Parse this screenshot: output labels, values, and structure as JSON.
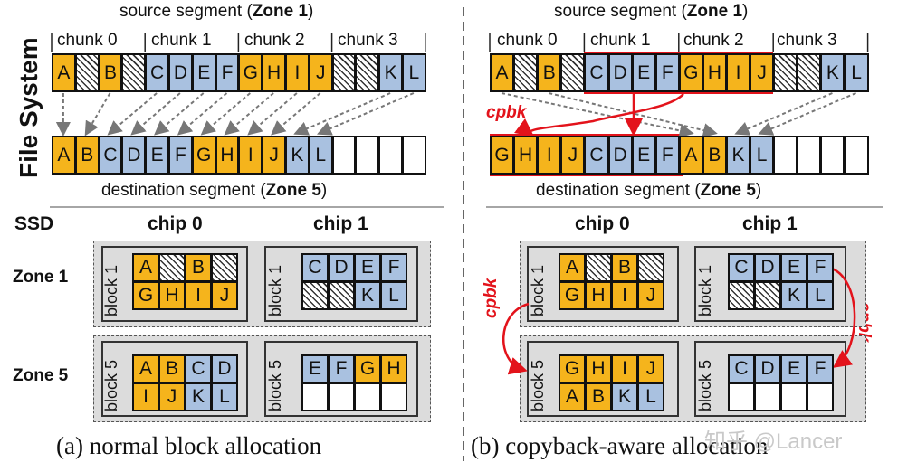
{
  "panels": {
    "a": {
      "source_label": "source segment (",
      "source_zone": "Zone 1",
      "source_close": ")",
      "dest_label": "destination segment (",
      "dest_zone": "Zone 5",
      "dest_close": ")",
      "chunks": [
        "chunk 0",
        "chunk 1",
        "chunk 2",
        "chunk 3"
      ],
      "chip0": "chip 0",
      "chip1": "chip 1",
      "caption": "(a) normal block allocation"
    },
    "b": {
      "source_label": "source segment (",
      "source_zone": "Zone 1",
      "source_close": ")",
      "dest_label": "destination segment (",
      "dest_zone": "Zone 5",
      "dest_close": ")",
      "chunks": [
        "chunk 0",
        "chunk 1",
        "chunk 2",
        "chunk 3"
      ],
      "chip0": "chip 0",
      "chip1": "chip 1",
      "cpbk": "cpbk",
      "caption": "(b) copyback-aware allocation"
    }
  },
  "side": {
    "file_system": "File System",
    "ssd": "SSD",
    "zone1": "Zone 1",
    "zone5": "Zone 5",
    "block1": "block 1",
    "block5": "block 5"
  },
  "cells": {
    "source_row": [
      "A",
      "",
      "B",
      "",
      "C",
      "D",
      "E",
      "F",
      "G",
      "H",
      "I",
      "J",
      "",
      "",
      "K",
      "L"
    ],
    "a_dest": [
      "A",
      "B",
      "C",
      "D",
      "E",
      "F",
      "G",
      "H",
      "I",
      "J",
      "K",
      "L",
      "",
      "",
      "",
      ""
    ],
    "b_dest": [
      "G",
      "H",
      "I",
      "J",
      "C",
      "D",
      "E",
      "F",
      "A",
      "B",
      "K",
      "L",
      "",
      "",
      "",
      ""
    ],
    "a_chip0_b1": [
      [
        "A",
        "",
        "B",
        ""
      ],
      [
        "G",
        "H",
        "I",
        "J"
      ]
    ],
    "a_chip1_b1": [
      [
        "C",
        "D",
        "E",
        "F"
      ],
      [
        "",
        "",
        "K",
        "L"
      ]
    ],
    "a_chip0_b5": [
      [
        "A",
        "B",
        "C",
        "D"
      ],
      [
        "I",
        "J",
        "K",
        "L"
      ]
    ],
    "a_chip1_b5": [
      [
        "E",
        "F",
        "G",
        "H"
      ],
      [
        "",
        "",
        "",
        ""
      ]
    ],
    "b_chip0_b1": [
      [
        "A",
        "",
        "B",
        ""
      ],
      [
        "G",
        "H",
        "I",
        "J"
      ]
    ],
    "b_chip1_b1": [
      [
        "C",
        "D",
        "E",
        "F"
      ],
      [
        "",
        "",
        "K",
        "L"
      ]
    ],
    "b_chip0_b5": [
      [
        "G",
        "H",
        "I",
        "J"
      ],
      [
        "A",
        "B",
        "K",
        "L"
      ]
    ],
    "b_chip1_b5": [
      [
        "C",
        "D",
        "E",
        "F"
      ],
      [
        "",
        "",
        "",
        ""
      ]
    ]
  },
  "watermark": "知乎 @Lancer",
  "colors": {
    "orange": "#f5b41c",
    "blue": "#a9c1e0",
    "red": "#e3131b"
  }
}
